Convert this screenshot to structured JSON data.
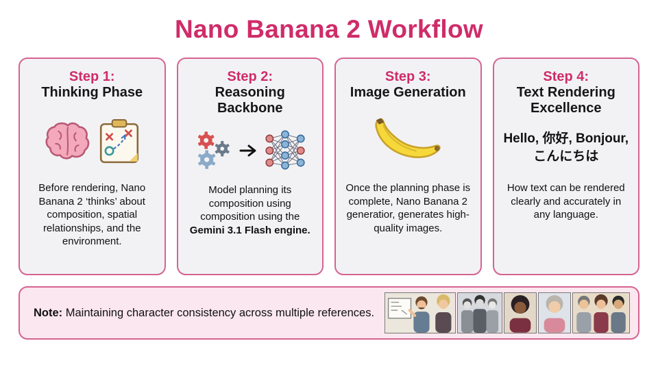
{
  "title": "Nano Banana 2 Workflow",
  "colors": {
    "accent": "#cf2c68",
    "card_border": "#d56390",
    "card_bg": "#f2f2f5",
    "note_bg": "#fbe7ef"
  },
  "steps": [
    {
      "label": "Step 1:",
      "heading": "Thinking Phase",
      "icons": [
        "brain-icon",
        "clipboard-strategy-icon"
      ],
      "body": "Before rendering, Nano Banana 2 ‘thinks’ about composition, spatial relationships, and the environment."
    },
    {
      "label": "Step 2:",
      "heading": "Reasoning Backbone",
      "icons": [
        "gears-icon",
        "arrow-right-icon",
        "neural-network-icon"
      ],
      "body_pre": "Model planning its composition using composition using the ",
      "body_bold": "Gemini 3.1 Flash engine."
    },
    {
      "label": "Step 3:",
      "heading": "Image Generation",
      "icons": [
        "banana-icon"
      ],
      "body": "Once the planning phase is complete, Nano Banana 2 generatior, generates high-quality images."
    },
    {
      "label": "Step 4:",
      "heading": "Text Rendering Excellence",
      "multilingual_text": "Hello, 你好, Bonjour, こんにちは",
      "body": "How text can be rendered clearly and accurately in any language."
    }
  ],
  "note": {
    "label": "Note:",
    "text": " Maintaining character consistency across multiple references.",
    "strip_icon": "character-reference-strip"
  }
}
